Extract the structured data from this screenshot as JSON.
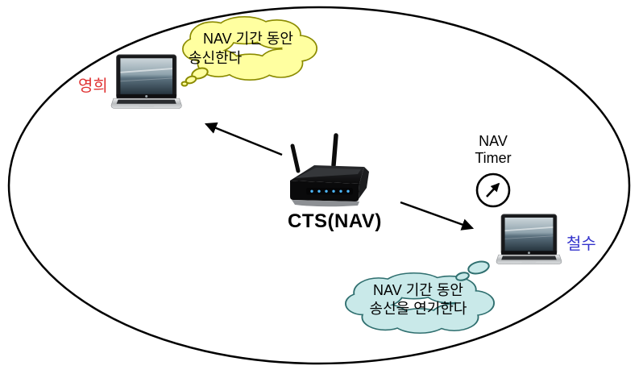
{
  "scene": {
    "background": "#ffffff",
    "range_outline_color": "#000000"
  },
  "access_point": {
    "label": "CTS(NAV)"
  },
  "stations": {
    "left": {
      "name": "영희",
      "color": "#e03333"
    },
    "right": {
      "name": "철수",
      "color": "#3333cc"
    }
  },
  "thoughts": {
    "left": {
      "line1": "NAV 기간 동안",
      "line2": "송신한다",
      "fill": "#ffffa0",
      "stroke": "#8b8b00"
    },
    "right": {
      "line1": "NAV 기간 동안",
      "line2": "송신을 연기한다",
      "fill": "#c9e9e9",
      "stroke": "#2f6f6f"
    }
  },
  "nav_timer": {
    "line1": "NAV",
    "line2": "Timer"
  }
}
